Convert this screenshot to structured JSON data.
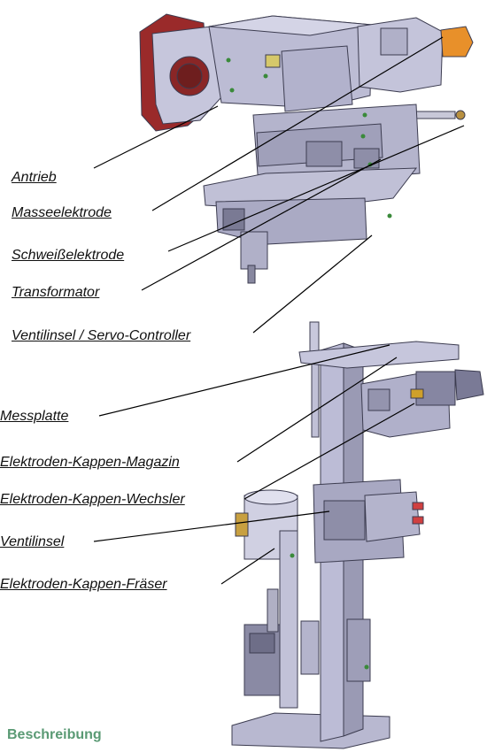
{
  "labels": {
    "antrieb": "Antrieb",
    "masseelektrode": "Masseelektrode",
    "schweisselektrode": "Schweißelektrode",
    "transformator": "Transformator",
    "ventilinsel_servo": "Ventilinsel / Servo-Controller",
    "messplatte": "Messplatte",
    "kappen_magazin": "Elektroden-Kappen-Magazin",
    "kappen_wechsler": "Elektroden-Kappen-Wechsler",
    "ventilinsel": "Ventilinsel",
    "kappen_fraeser": "Elektroden-Kappen-Fräser"
  },
  "heading": "Beschreibung",
  "colors": {
    "machine_body": "#b9b9d2",
    "machine_dark": "#8e8ea8",
    "housing_red": "#9a2a2a",
    "accent_orange": "#e8902a",
    "accent_green": "#3a8a3a",
    "heading_green": "#5a9a74"
  }
}
